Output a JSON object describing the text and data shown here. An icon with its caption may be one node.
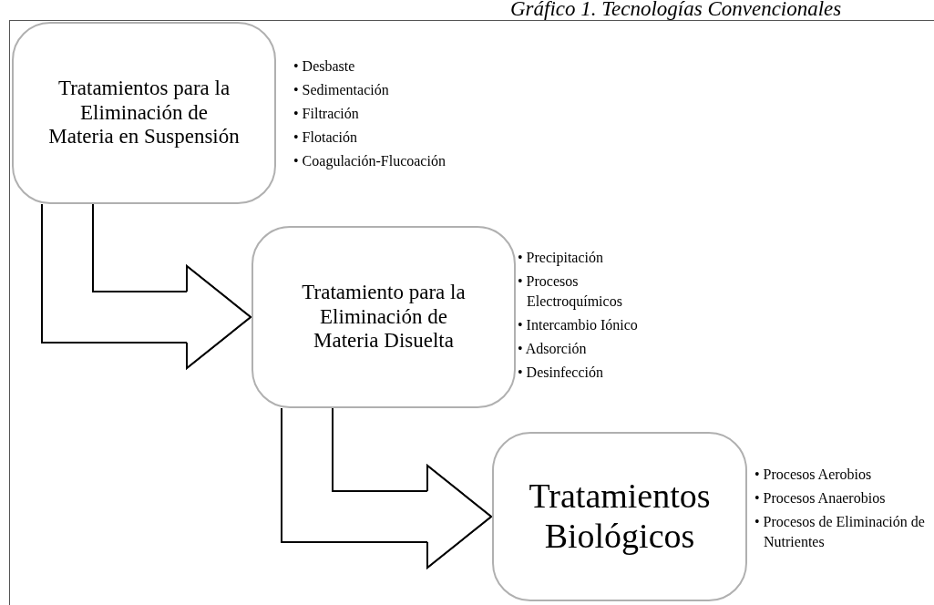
{
  "diagram": {
    "title": "Gráfico 1. Tecnologías Convencionales",
    "nodes": [
      {
        "text": [
          "Tratamientos para la Eliminación de Materia en Suspensión"
        ],
        "beside": [
          "• Desbaste",
          "• Sedimentación",
          "• Filtración",
          "• Flotación",
          "• Coagulación-Flucoación"
        ]
      },
      {
        "text": [
          "Tratamiento para la Eliminación de Materia Disuelta"
        ],
        "beside": [
          "• Precipitación",
          "• Procesos Electroquímicos",
          "• Intercambio Iónico",
          "• Adsorción",
          "• Desinfección"
        ]
      },
      {
        "text": [
          "Tratamientos Biológicos"
        ],
        "beside": [
          "• Procesos Aerobios",
          "• Procesos Anaerobios",
          "• Procesos de Eliminación de Nutrientes"
        ]
      }
    ],
    "edges": [
      {
        "from": 0,
        "to": 1,
        "arrow": "to"
      },
      {
        "from": 1,
        "to": 2,
        "arrow": "to"
      }
    ]
  }
}
